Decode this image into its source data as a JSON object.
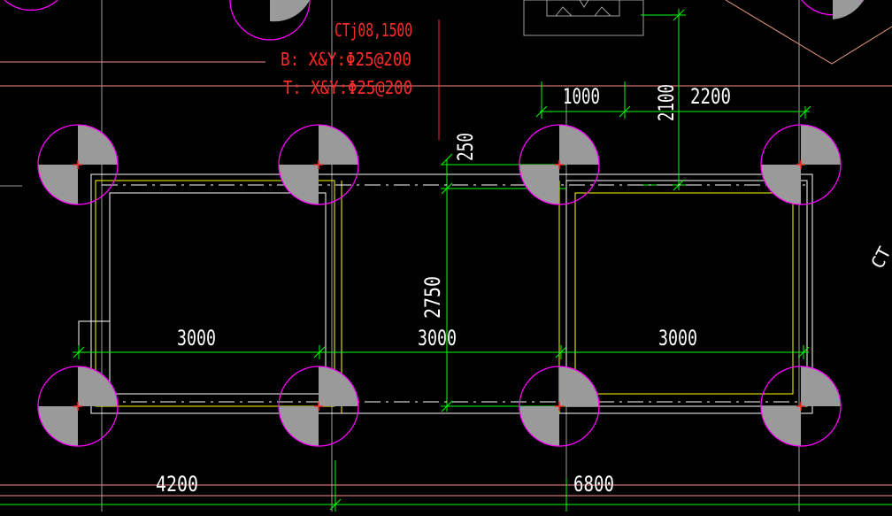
{
  "colors": {
    "background": "#000000",
    "green": "#00ff00",
    "yellow": "#ffff00",
    "white": "#ffffff",
    "magenta": "#ff00ff",
    "red": "#ff2a2a",
    "pink": "#ff8a8a",
    "gray": "#a0a0a0",
    "salmon": "#e89a7a"
  },
  "annotation": {
    "line1": "CTj08,1500",
    "line2": "B: X&Y:Φ25@200",
    "line3": "T: X&Y:Φ25@200"
  },
  "dimensions": {
    "top_left": "1000",
    "top_right": "2200",
    "top_vertical": "2100",
    "offset": "250",
    "height": "2750",
    "span_left": "3000",
    "span_middle": "3000",
    "span_right": "3000",
    "bottom_left": "4200",
    "bottom_right": "6800"
  },
  "edge_label": "CT"
}
